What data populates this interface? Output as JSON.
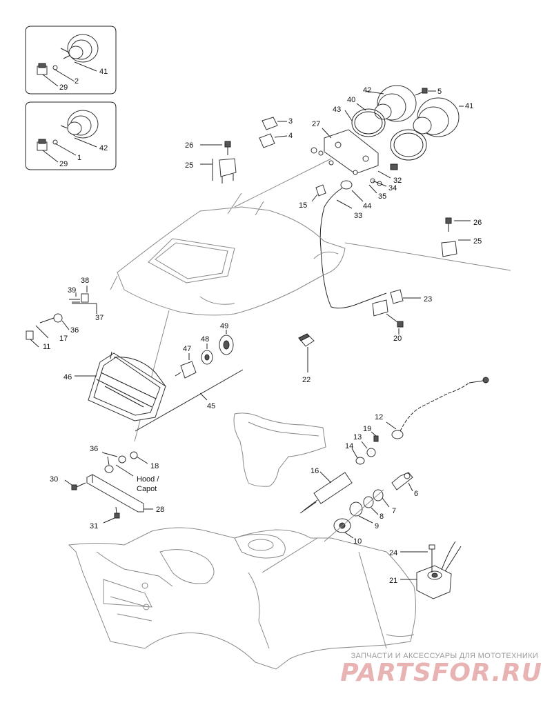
{
  "callouts": {
    "inset1": {
      "n41": "41",
      "n2": "2",
      "n29": "29"
    },
    "inset2": {
      "n42": "42",
      "n1": "1",
      "n29": "29"
    },
    "gauges": {
      "n42": "42",
      "n5": "5",
      "n43": "43",
      "n40": "40",
      "n41": "41",
      "n3": "3",
      "n4": "4",
      "n27": "27",
      "n32": "32",
      "n34": "34",
      "n35": "35",
      "n44": "44",
      "n33": "33",
      "n15": "15"
    },
    "switch_left": {
      "n26": "26",
      "n25": "25"
    },
    "switch_right": {
      "n26": "26",
      "n25": "25"
    },
    "headlight": {
      "n38": "38",
      "n39": "39",
      "n37": "37",
      "n36": "36",
      "n17": "17",
      "n11": "11",
      "n46": "46",
      "n47": "47",
      "n48": "48",
      "n49": "49",
      "n45": "45"
    },
    "wiring": {
      "n23": "23",
      "n20": "20",
      "n22": "22"
    },
    "ignition": {
      "n12": "12",
      "n19": "19",
      "n13": "13",
      "n14": "14",
      "n16": "16",
      "n6": "6",
      "n7": "7",
      "n8": "8",
      "n9": "9",
      "n10": "10"
    },
    "bracket": {
      "n36": "36",
      "n18": "18",
      "n30": "30",
      "n28": "28",
      "n31": "31"
    },
    "solenoid": {
      "n24": "24",
      "n21": "21"
    }
  },
  "hood_label": "Hood /",
  "capot_label": "Capot",
  "watermark": {
    "tagline": "ЗАПЧАСТИ И АКСЕССУАРЫ ДЛЯ МОТОТЕХНИКИ",
    "brand": "PARTSFOR.RU"
  }
}
